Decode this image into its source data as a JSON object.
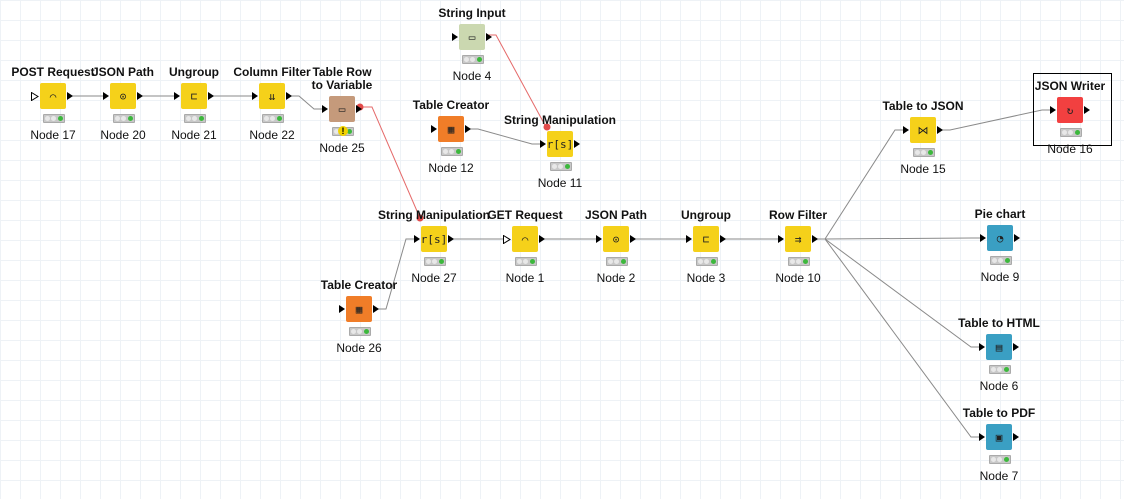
{
  "workflow": {
    "nodes": [
      {
        "name": "node-17",
        "title": "POST Request",
        "id": "Node 17",
        "color": "#f5d11a",
        "glyph": "⌒",
        "hollowIn": true
      },
      {
        "name": "node-20",
        "title": "JSON Path",
        "id": "Node 20",
        "color": "#f5d11a",
        "glyph": "⊙"
      },
      {
        "name": "node-21",
        "title": "Ungroup",
        "id": "Node 21",
        "color": "#f5d11a",
        "glyph": "⊏"
      },
      {
        "name": "node-22",
        "title": "Column Filter",
        "id": "Node 22",
        "color": "#f5d11a",
        "glyph": "⇊"
      },
      {
        "name": "node-25",
        "title": "Table Row\nto Variable",
        "id": "Node 25",
        "color": "#c59a7b",
        "glyph": "▭",
        "warn": true
      },
      {
        "name": "node-4",
        "title": "String Input",
        "id": "Node 4",
        "color": "#cbd8b0",
        "glyph": "▭"
      },
      {
        "name": "node-12",
        "title": "Table Creator",
        "id": "Node 12",
        "color": "#f07d28",
        "glyph": "▦"
      },
      {
        "name": "node-11",
        "title": "String Manipulation",
        "id": "Node 11",
        "color": "#f5d11a",
        "glyph": "r[s]"
      },
      {
        "name": "node-27",
        "title": "String Manipulation",
        "id": "Node 27",
        "color": "#f5d11a",
        "glyph": "r[s]"
      },
      {
        "name": "node-1",
        "title": "GET Request",
        "id": "Node 1",
        "color": "#f5d11a",
        "glyph": "⌒",
        "hollowIn": true
      },
      {
        "name": "node-2",
        "title": "JSON Path",
        "id": "Node 2",
        "color": "#f5d11a",
        "glyph": "⊙"
      },
      {
        "name": "node-3",
        "title": "Ungroup",
        "id": "Node 3",
        "color": "#f5d11a",
        "glyph": "⊏"
      },
      {
        "name": "node-10",
        "title": "Row Filter",
        "id": "Node 10",
        "color": "#f5d11a",
        "glyph": "⇉"
      },
      {
        "name": "node-26",
        "title": "Table Creator",
        "id": "Node 26",
        "color": "#f07d28",
        "glyph": "▦"
      },
      {
        "name": "node-15",
        "title": "Table to JSON",
        "id": "Node 15",
        "color": "#f5d11a",
        "glyph": "⋈"
      },
      {
        "name": "node-16",
        "title": "JSON Writer",
        "id": "Node 16",
        "color": "#f24040",
        "glyph": "↻"
      },
      {
        "name": "node-9",
        "title": "Pie chart",
        "id": "Node 9",
        "color": "#3a9fc3",
        "glyph": "◔"
      },
      {
        "name": "node-6",
        "title": "Table to HTML",
        "id": "Node 6",
        "color": "#3a9fc3",
        "glyph": "▤"
      },
      {
        "name": "node-7",
        "title": "Table to PDF",
        "id": "Node 7",
        "color": "#3a9fc3",
        "glyph": "▣"
      }
    ]
  }
}
